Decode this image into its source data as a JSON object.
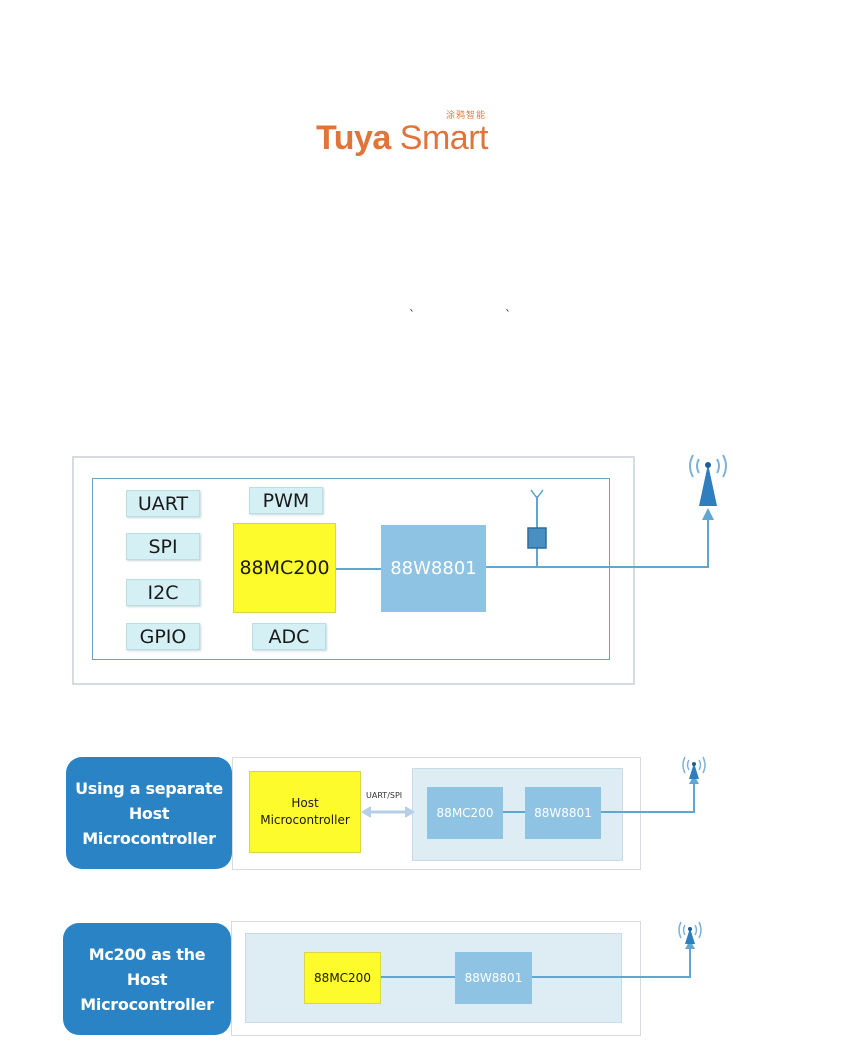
{
  "logo": {
    "chinese": "涂鸦智能",
    "word1": "Tuya",
    "word2": " Smart"
  },
  "marks": [
    "`",
    "`"
  ],
  "diagram1": {
    "interfaces": [
      "UART",
      "SPI",
      "I2C",
      "GPIO"
    ],
    "pwm": "PWM",
    "adc": "ADC",
    "mcu": "88MC200",
    "wifi": "88W8801"
  },
  "diagram2": {
    "label": [
      "Using a separate",
      "Host",
      "Microcontroller"
    ],
    "host": [
      "Host",
      "Microcontroller"
    ],
    "bus": "UART/SPI",
    "mcu": "88MC200",
    "wifi": "88W8801"
  },
  "diagram3": {
    "label": [
      "Mc200 as the",
      "Host",
      "Microcontroller"
    ],
    "mcu": "88MC200",
    "wifi": "88W8801"
  },
  "colors": {
    "accent": "#2a83c4",
    "mcu": "#fefb2d",
    "wifi": "#8ec3e4",
    "logo": "#e0743a"
  }
}
